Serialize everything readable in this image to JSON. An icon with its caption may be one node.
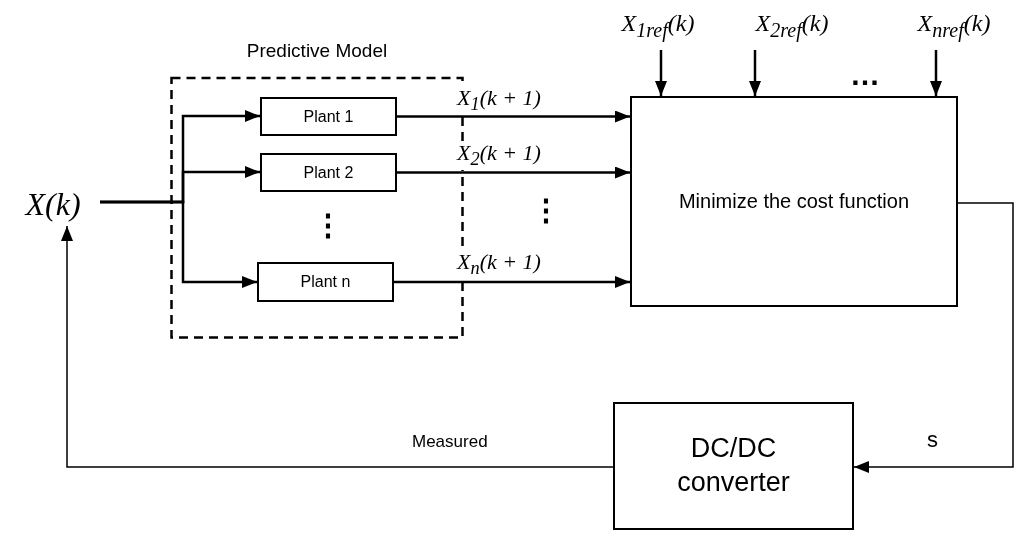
{
  "diagram": {
    "nodes": [
      {
        "text": [
          "Predictive Model"
        ]
      },
      {
        "text": [
          "Plant 1"
        ],
        "in": 0
      },
      {
        "text": [
          "Plant 2"
        ],
        "in": 0
      },
      {
        "text": [
          "Plant n"
        ],
        "in": 0
      },
      {
        "text": [
          "X$_{1ref}$(k)"
        ]
      },
      {
        "text": [
          "X$_{2ref}$(k)"
        ]
      },
      {
        "text": [
          "X$_{nref}$(k)"
        ]
      },
      {
        "text": [
          "X(k)"
        ]
      },
      {
        "text": [
          "Minimize the cost function"
        ]
      },
      {
        "text": [
          "DC/DC converter"
        ]
      }
    ],
    "edges": [
      {
        "from": 7,
        "to": 1,
        "arrow": "to"
      },
      {
        "from": 7,
        "to": 2,
        "arrow": "to"
      },
      {
        "from": 7,
        "to": 3,
        "arrow": "to"
      },
      {
        "from": 1,
        "to": 8,
        "arrow": "to",
        "label": "X$_{1}$(k + 1)"
      },
      {
        "from": 2,
        "to": 8,
        "arrow": "to",
        "label": "X$_{2}$(k + 1)"
      },
      {
        "from": 3,
        "to": 8,
        "arrow": "to",
        "label": "X$_{n}$(k + 1)"
      },
      {
        "from": 4,
        "to": 8,
        "arrow": "to"
      },
      {
        "from": 5,
        "to": 8,
        "arrow": "to"
      },
      {
        "from": 6,
        "to": 8,
        "arrow": "to"
      },
      {
        "from": 8,
        "to": 9,
        "arrow": "to",
        "label": "s"
      },
      {
        "from": 9,
        "to": 7,
        "arrow": "to",
        "label": "Measured"
      }
    ],
    "labels": [
      "⋮",
      "⋮",
      "…"
    ]
  }
}
